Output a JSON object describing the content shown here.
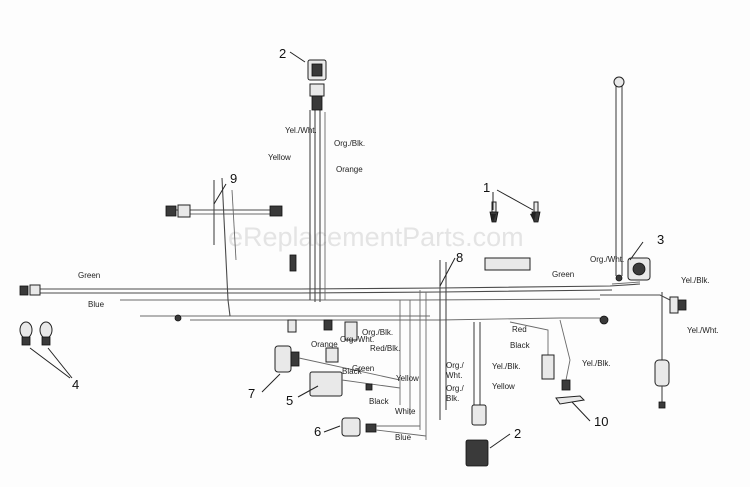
{
  "watermark": "eReplacementParts.com",
  "callouts": {
    "c1": "1",
    "c2a": "2",
    "c2b": "2",
    "c3": "3",
    "c4": "4",
    "c5": "5",
    "c6": "6",
    "c7": "7",
    "c8": "8",
    "c9": "9",
    "c10": "10"
  },
  "wire_labels": {
    "yel_wht_top": "Yel./Wht.",
    "org_blk_top": "Org./Blk.",
    "yellow_top": "Yellow",
    "orange_top": "Orange",
    "green_left": "Green",
    "blue_left": "Blue",
    "org_wht_right": "Org./Wht.",
    "green_right": "Green",
    "yel_blk_right": "Yel./Blk.",
    "yel_wht_right": "Yel./Wht.",
    "org_blk_mid": "Org./Blk.",
    "org_wht_mid": "Org./Wht.",
    "orange_mid": "Orange",
    "red_blk_mid": "Red/Blk.",
    "green_mid": "Green",
    "black_mid": "Black",
    "yellow_mid": "Yellow",
    "black_low": "Black",
    "white_low": "White",
    "blue_low": "Blue",
    "red_right": "Red",
    "black_right": "Black",
    "yel_blk_low": "Yel./Blk.",
    "org_line1": "Org./",
    "org_line2": "Wht.",
    "yel_blk_c": "Yel./Blk.",
    "org2_line1": "Org./",
    "org2_line2": "Blk.",
    "yellow_c": "Yellow"
  }
}
